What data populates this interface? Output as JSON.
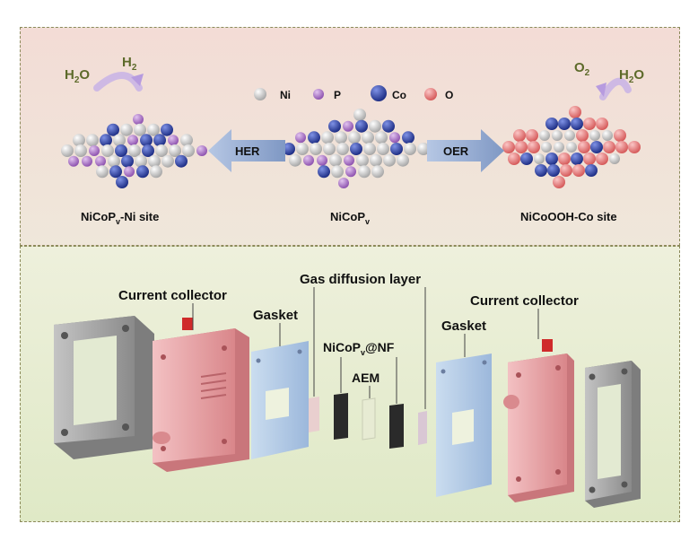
{
  "top": {
    "legend": [
      {
        "label": "Ni",
        "color": "#d9d9d9"
      },
      {
        "label": "P",
        "color": "#b77bd1"
      },
      {
        "label": "Co",
        "color": "#3a4fb0"
      },
      {
        "label": "O",
        "color": "#ef8585"
      }
    ],
    "left_in": "H",
    "left_in_sub": "2",
    "left_in_end": "O",
    "left_out": "H",
    "left_out_sub": "2",
    "right_in_a": "O",
    "right_in_sub": "2",
    "right_out": "H",
    "right_out_sub": "2",
    "right_out_end": "O",
    "her_label": "HER",
    "oer_label": "OER",
    "left_caption_a": "NiCoP",
    "left_caption_sub": "v",
    "left_caption_b": "-Ni site",
    "center_caption_a": "NiCoP",
    "center_caption_sub": "v",
    "right_caption": "NiCoOOH-Co site"
  },
  "bottom": {
    "current_collector_left": "Current collector",
    "gasket_left": "Gasket",
    "gas_diffusion_layer": "Gas diffusion layer",
    "nicop_a": "NiCoP",
    "nicop_sub": "v",
    "nicop_b": "@NF",
    "aem": "AEM",
    "gasket_right": "Gasket",
    "current_collector_right": "Current collector"
  },
  "colors": {
    "collector": "#e8a3a6",
    "gasket": "#a9c4e6",
    "frame": "#9a9a9a",
    "arrow": "#8da2c9"
  }
}
